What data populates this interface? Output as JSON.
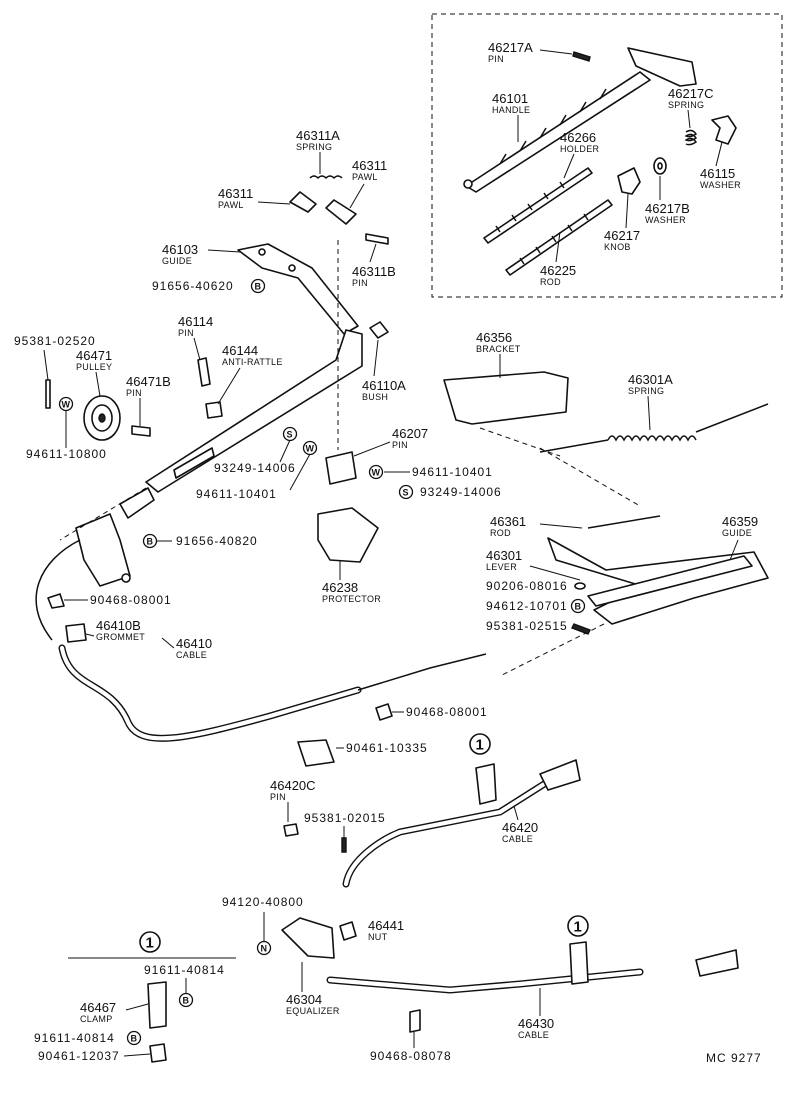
{
  "parts": {
    "p46217A": {
      "number": "46217A",
      "name": "PIN"
    },
    "p46101": {
      "number": "46101",
      "name": "HANDLE"
    },
    "p46266": {
      "number": "46266",
      "name": "HOLDER"
    },
    "p46217C": {
      "number": "46217C",
      "name": "SPRING"
    },
    "p46115": {
      "number": "46115",
      "name": "WASHER"
    },
    "p46217B": {
      "number": "46217B",
      "name": "WASHER"
    },
    "p46217": {
      "number": "46217",
      "name": "KNOB"
    },
    "p46225": {
      "number": "46225",
      "name": "ROD"
    },
    "p46311A": {
      "number": "46311A",
      "name": "SPRING"
    },
    "p46311L": {
      "number": "46311",
      "name": "PAWL"
    },
    "p46311R": {
      "number": "46311",
      "name": "PAWL"
    },
    "p46103": {
      "number": "46103",
      "name": "GUIDE"
    },
    "p46311B": {
      "number": "46311B",
      "name": "PIN"
    },
    "p46114": {
      "number": "46114",
      "name": "PIN"
    },
    "p46144": {
      "number": "46144",
      "name": "ANTI-RATTLE"
    },
    "p46471": {
      "number": "46471",
      "name": "PULLEY"
    },
    "p46471B": {
      "number": "46471B",
      "name": "PIN"
    },
    "p46110A": {
      "number": "46110A",
      "name": "BUSH"
    },
    "p46356": {
      "number": "46356",
      "name": "BRACKET"
    },
    "p46301A": {
      "number": "46301A",
      "name": "SPRING"
    },
    "p46207": {
      "number": "46207",
      "name": "PIN"
    },
    "p46238": {
      "number": "46238",
      "name": "PROTECTOR"
    },
    "p46361": {
      "number": "46361",
      "name": "ROD"
    },
    "p46301": {
      "number": "46301",
      "name": "LEVER"
    },
    "p46359": {
      "number": "46359",
      "name": "GUIDE"
    },
    "p46410B": {
      "number": "46410B",
      "name": "GROMMET"
    },
    "p46410": {
      "number": "46410",
      "name": "CABLE"
    },
    "p46420C": {
      "number": "46420C",
      "name": "PIN"
    },
    "p46420": {
      "number": "46420",
      "name": "CABLE"
    },
    "p46441": {
      "number": "46441",
      "name": "NUT"
    },
    "p46304": {
      "number": "46304",
      "name": "EQUALIZER"
    },
    "p46430": {
      "number": "46430",
      "name": "CABLE"
    },
    "p46467": {
      "number": "46467",
      "name": "CLAMP"
    }
  },
  "codes": {
    "c91656_40620": "91656-40620",
    "c95381_02520": "95381-02520",
    "c94611_10800": "94611-10800",
    "c93249_14006a": "93249-14006",
    "c94611_10401a": "94611-10401",
    "c94611_10401b": "94611-10401",
    "c93249_14006b": "93249-14006",
    "c91656_40820": "91656-40820",
    "c90468_08001a": "90468-08001",
    "c90206_08016": "90206-08016",
    "c94612_10701": "94612-10701",
    "c95381_02515": "95381-02515",
    "c90468_08001b": "90468-08001",
    "c90461_10335": "90461-10335",
    "c95381_02015": "95381-02015",
    "c94120_40800": "94120-40800",
    "c90468_08078": "90468-08078",
    "c91611_40814a": "91611-40814",
    "c91611_40814b": "91611-40814",
    "c90461_12037": "90461-12037"
  },
  "symbols": {
    "B": "B",
    "W": "W",
    "S": "S",
    "N": "N",
    "ref1": "1"
  },
  "figure_code": "MC  9277"
}
